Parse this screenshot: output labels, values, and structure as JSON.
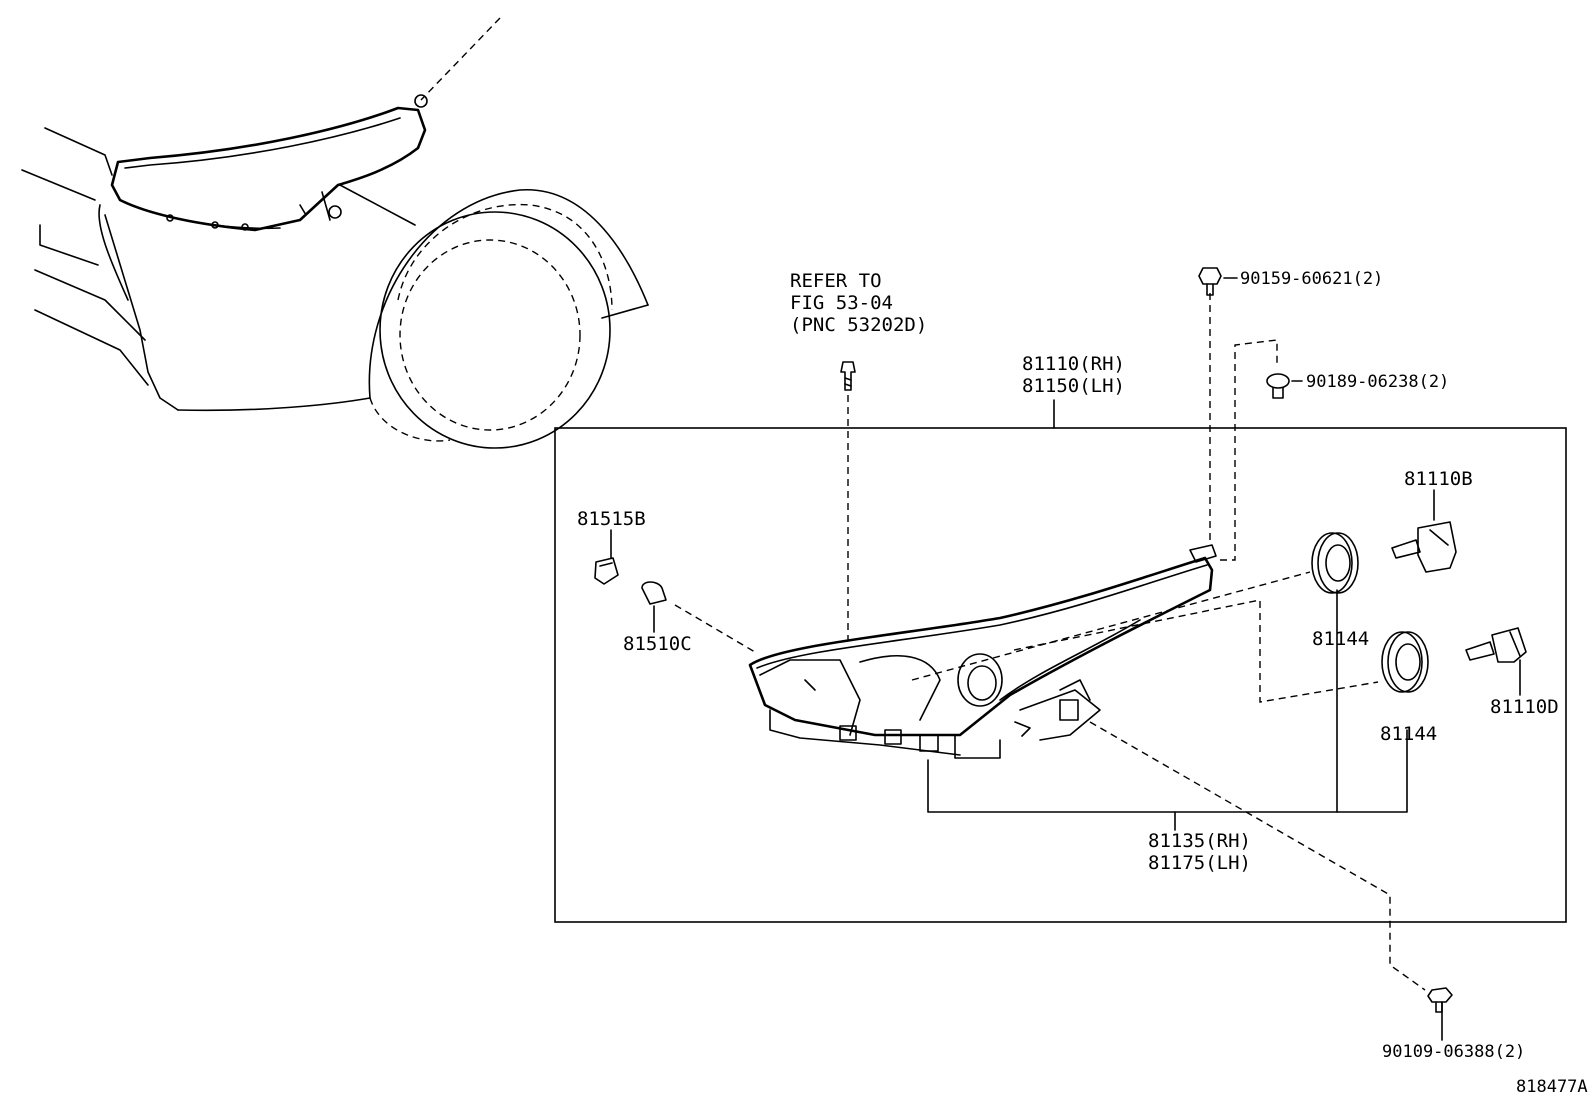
{
  "labels": {
    "refer_line1": "REFER TO",
    "refer_line2": "FIG 53-04",
    "refer_line3": "(PNC 53202D)",
    "assy_rh": "81110(RH)",
    "assy_lh": "81150(LH)",
    "bolt_a": "90159-60621(2)",
    "clip": "90189-06238(2)",
    "socket": "81515B",
    "bulb_small": "81510C",
    "bulb_b": "81110B",
    "bulb_d": "81110D",
    "cover_1": "81144",
    "cover_2": "81144",
    "housing_rh": "81135(RH)",
    "housing_lh": "81175(LH)",
    "bolt_b": "90109-06388(2)",
    "drawing_id": "818477A"
  }
}
